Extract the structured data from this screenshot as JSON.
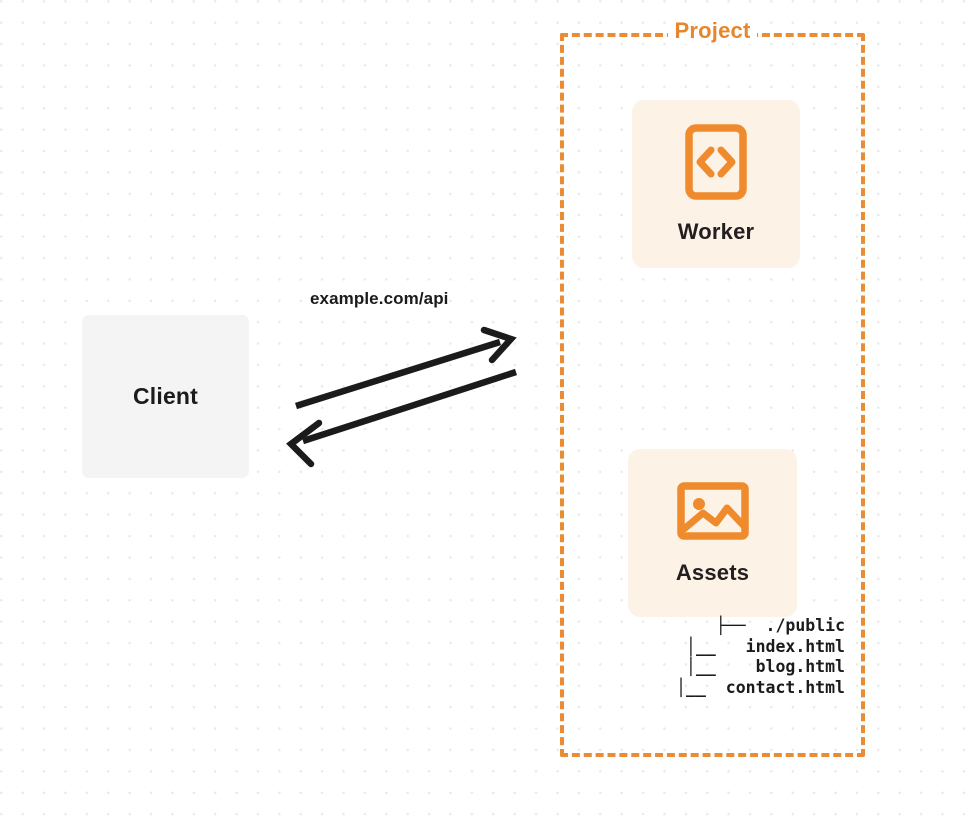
{
  "diagram": {
    "background": {
      "style": "dot-grid",
      "dot_color": "#e9e9ea",
      "page_color": "#ffffff"
    },
    "colors": {
      "accent_orange": "#ea8c33",
      "title_orange": "#e8862c",
      "card_fill": "#fdf2e6",
      "client_fill": "#f4f4f5",
      "text_dark": "#1b1b1b",
      "arrow": "#1b1b1b"
    },
    "client": {
      "label": "Client"
    },
    "project": {
      "title": "Project",
      "cards": [
        {
          "label": "Worker",
          "icon": "code-brackets-icon"
        },
        {
          "label": "Assets",
          "icon": "image-icon"
        }
      ],
      "file_tree": {
        "lines": [
          "├──  ./public",
          "│__   index.html",
          "│__    blog.html",
          "│__  contact.html"
        ]
      }
    },
    "edges": [
      {
        "label": "example.com/api",
        "direction": "client-to-project",
        "arrowhead": "end"
      },
      {
        "label": "",
        "direction": "project-to-client",
        "arrowhead": "end"
      }
    ]
  }
}
